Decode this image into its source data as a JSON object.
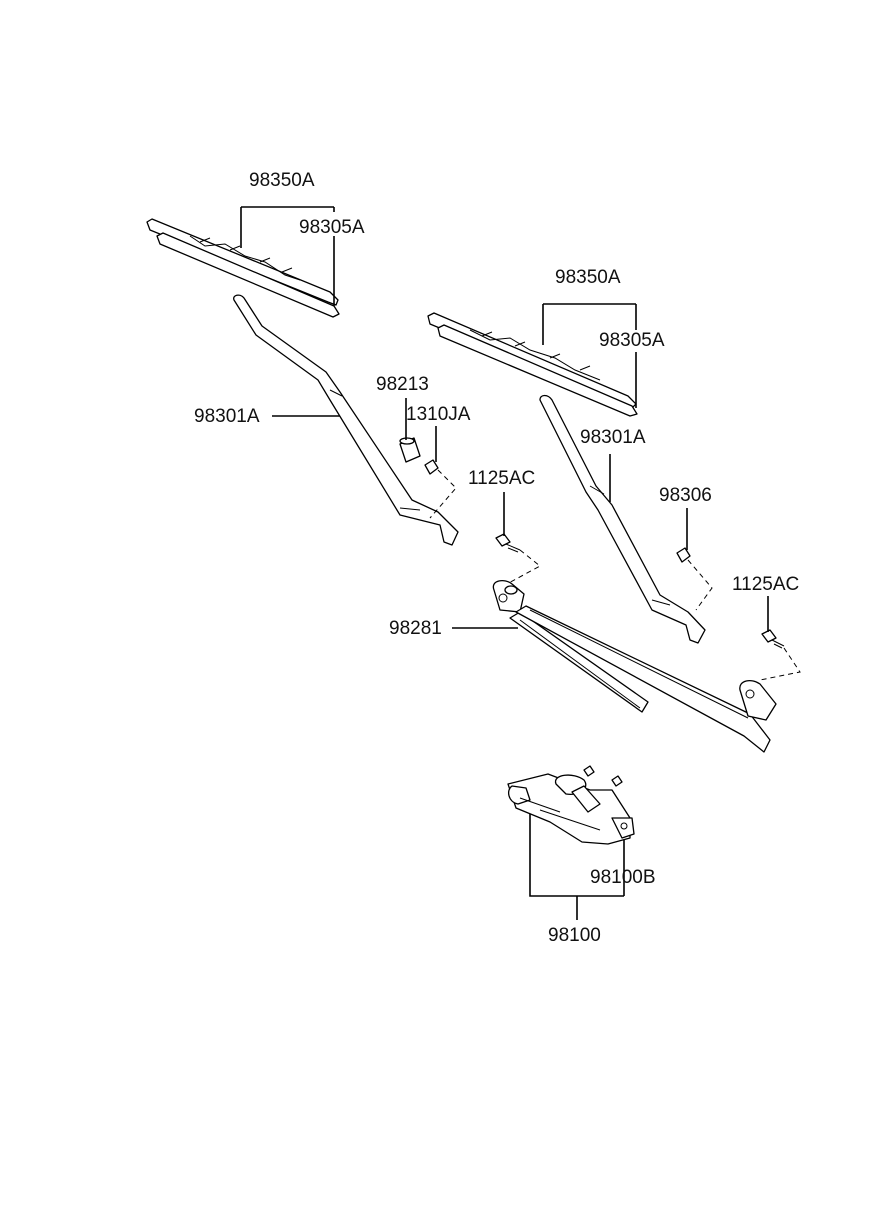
{
  "labels": {
    "left_blade_assy": "98350A",
    "left_blade_refill": "98305A",
    "left_arm": "98301A",
    "arm_cap": "98213",
    "left_arm_nut": "1310JA",
    "linkage_bolt_left": "1125AC",
    "right_blade_assy": "98350A",
    "right_blade_refill": "98305A",
    "right_arm": "98301A",
    "right_arm_nut": "98306",
    "linkage_bolt_right": "1125AC",
    "linkage": "98281",
    "motor_bracket": "98100B",
    "motor_assy": "98100"
  }
}
